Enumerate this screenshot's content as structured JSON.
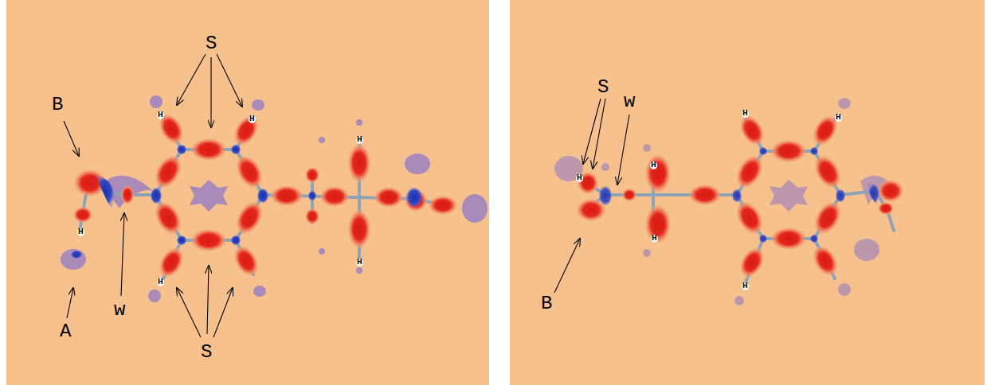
{
  "diagram": {
    "labels": [
      "B",
      "w",
      "A",
      "S",
      "S",
      "H",
      "H",
      "H",
      "H",
      "H",
      "H",
      "S",
      "w",
      "B",
      "H",
      "H",
      "H",
      "H",
      "H",
      "H"
    ]
  }
}
